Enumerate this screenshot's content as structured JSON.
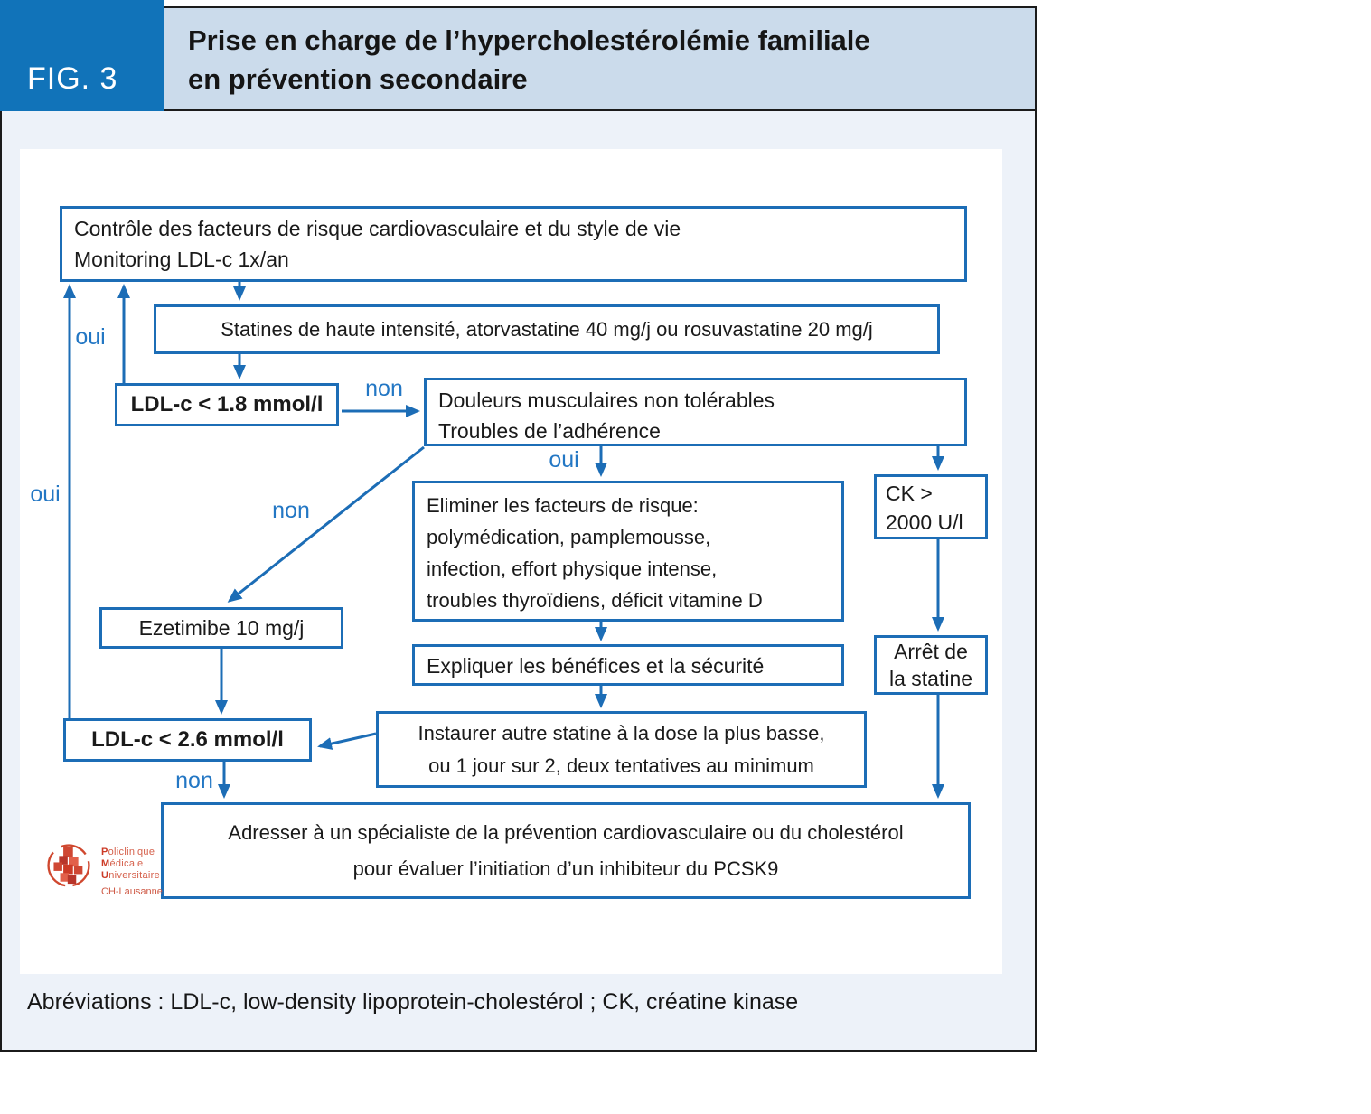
{
  "figure": {
    "tag": "FIG. 3",
    "title_line1": "Prise en charge de l’hypercholestérolémie familiale",
    "title_line2": "en prévention secondaire"
  },
  "flowchart": {
    "controle": {
      "line1": "Contrôle des facteurs de risque cardiovasculaire et du style de vie",
      "line2": "Monitoring LDL-c 1x/an"
    },
    "statines": {
      "text": "Statines de haute intensité, atorvastatine 40 mg/j ou rosuvastatine 20 mg/j"
    },
    "ldl18": {
      "text": "LDL-c < 1.8 mmol/l"
    },
    "douleurs": {
      "line1": "Douleurs musculaires non tolérables",
      "line2": "Troubles de l’adhérence"
    },
    "ck": {
      "line1": "CK >",
      "line2": "2000 U/l"
    },
    "eliminer": {
      "line1": "Eliminer les facteurs de risque:",
      "line2": "polymédication, pamplemousse,",
      "line3": "infection, effort physique intense,",
      "line4": "troubles thyroïdiens, déficit vitamine D"
    },
    "ezetimibe": {
      "text": "Ezetimibe 10 mg/j"
    },
    "expliquer": {
      "text": "Expliquer les bénéfices et la sécurité"
    },
    "arret": {
      "line1": "Arrêt de",
      "line2": "la statine"
    },
    "ldl26": {
      "text": "LDL-c < 2.6 mmol/l"
    },
    "instaurer": {
      "line1": "Instaurer autre statine à la dose la plus basse,",
      "line2": "ou 1 jour sur 2, deux tentatives au minimum"
    },
    "adresser": {
      "line1": "Adresser à un spécialiste de la prévention cardiovasculaire ou du cholestérol",
      "line2": "pour évaluer l’initiation d’un inhibiteur du PCSK9"
    },
    "labels": {
      "oui_left": "oui",
      "oui_ldl18": "oui",
      "non_ldl18": "non",
      "oui_douleurs": "oui",
      "non_douleurs": "non",
      "non_ldl26": "non"
    }
  },
  "logo": {
    "line1": "Policlinique",
    "line2": "Médicale",
    "line3": "Universitaire",
    "city": "CH-Lausanne"
  },
  "footnote": "Abréviations : LDL-c, low-density lipoprotein-cholestérol ; CK, créatine kinase",
  "colors": {
    "flow_blue": "#1c6db6",
    "label_blue": "#2377c4",
    "fig_tag_bg": "#1173b9",
    "header_bg": "#cbdbeb",
    "card_bg": "#edf2f9",
    "panel_bg": "#ffffff",
    "logo_red": "#cc3a26",
    "border_dark": "#1b1b1b"
  }
}
